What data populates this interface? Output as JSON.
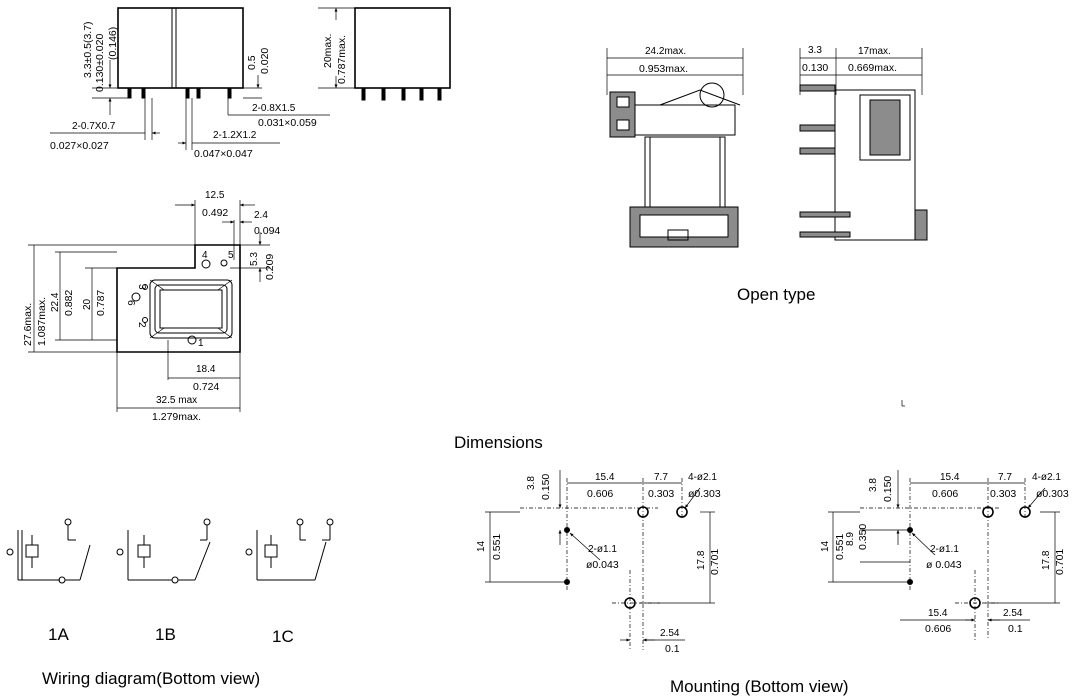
{
  "captions": {
    "open_type": "Open type",
    "dimensions": "Dimensions",
    "wiring": "Wiring diagram(Bottom view)",
    "mounting": "Mounting (Bottom view)"
  },
  "wiring_labels": [
    "1A",
    "1B",
    "1C"
  ],
  "side_view": {
    "dim_3_3": "3.3±0.5(3.7)",
    "dim_0_130": "0.130±0.020",
    "dim_0_146": "(0.146)",
    "dim_0_5": "0.5",
    "dim_0_020": "0.020",
    "dim_0_8_mm": "2-0.8X1.5",
    "dim_0_8_in": "0.031×0.059",
    "dim_0_7_mm": "2-0.7X0.7",
    "dim_0_7_in": "0.027×0.027",
    "dim_1_2_mm": "2-1.2X1.2",
    "dim_1_2_in": "0.047×0.047",
    "dim_20_mm": "20max.",
    "dim_20_in": "0.787max."
  },
  "bottom_view": {
    "d12_5": "12.5",
    "d0_492": "0.492",
    "d2_4": "2.4",
    "d0_094": "0.094",
    "d5_3": "5.3",
    "d0_209": "0.209",
    "d27_6": "27.6max.",
    "d1_087": "1.087max.",
    "d22_4": "22.4",
    "d0_882": "0.882",
    "d20": "20",
    "d0_787": "0.787",
    "d18_4": "18.4",
    "d0_724": "0.724",
    "d32_5": "32.5 max",
    "d1_279": "1.279max.",
    "pins": [
      "1",
      "2",
      "3",
      "4",
      "5",
      "6"
    ]
  },
  "open_type": {
    "d24_2": "24.2max.",
    "d0_953": "0.953max.",
    "d3_3": "3.3",
    "d0_130": "0.130",
    "d17": "17max.",
    "d0_669": "0.669max."
  },
  "mount_left": {
    "d15_4": "15.4",
    "d0_606": "0.606",
    "d7_7": "7.7",
    "d0_303a": "0.303",
    "hole": "4-ø2.1",
    "hole_in": "ø0.303",
    "d3_8": "3.8",
    "d0_150": "0.150",
    "d14": "14",
    "d0_551": "0.551",
    "small": "2-ø1.1",
    "small_in": "ø0.043",
    "d17_8": "17.8",
    "d0_701": "0.701",
    "d2_54": "2.54",
    "d0_1": "0.1"
  },
  "mount_right": {
    "d15_4": "15.4",
    "d0_606": "0.606",
    "d7_7": "7.7",
    "d0_303a": "0.303",
    "hole": "4-ø2.1",
    "hole_in": "ø0.303",
    "d3_8": "3.8",
    "d0_150": "0.150",
    "d8_9": "8.9",
    "d0_350": "0.350",
    "d14": "14",
    "d0_551": "0.551",
    "small": "2-ø1.1",
    "small_in": "ø 0.043",
    "d17_8": "17.8",
    "d0_701": "0.701",
    "d15_4b": "15.4",
    "d0_606b": "0.606",
    "d2_54": "2.54",
    "d0_1": "0.1"
  }
}
